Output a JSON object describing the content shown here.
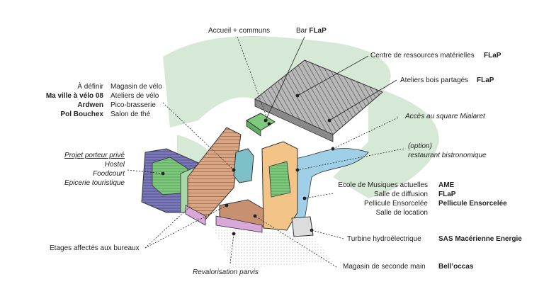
{
  "colors": {
    "green_area": "#d6e8d6",
    "building_grey": "#9a9a9a",
    "building_orange": "#f3c487",
    "building_brown": "#d9a582",
    "building_purple": "#7c79b8",
    "water_blue": "#9fd0e8",
    "roof_green": "#7fc97f",
    "lilac": "#d8a8d8"
  },
  "labels": {
    "accueil": "Accueil + communs",
    "bar_prefix": "Bar ",
    "bar_owner": "FLaP",
    "centre": "Centre de ressources matérielles",
    "centre_owner": "FLaP",
    "ateliers_bois": "Ateliers bois partagés",
    "ateliers_bois_owner": "FLaP",
    "acces_square": "Accès au square Mialaret",
    "option": "(option)",
    "restaurant": "restaurant bistronomique",
    "left_owners": [
      "À définir",
      "Ma ville à vélo 08",
      "Ardwen",
      "Pol Bouchex"
    ],
    "left_uses": [
      "Magasin de vélo",
      "Ateliers de vélo",
      "Pico-brasserie",
      "Salon de thé"
    ],
    "projet_title": "Projet porteur privé",
    "projet_items": [
      "Hostel",
      "Foodcourt",
      "Epicerie touristique"
    ],
    "ecole_uses": [
      "Ecole de Musiques actuelles",
      "Salle de diffusion",
      "Pellicule Ensorcelée",
      "Salle de location"
    ],
    "ecole_owners": [
      "AME",
      "FLaP",
      "Pellicule Ensorcelée",
      ""
    ],
    "etages": "Etages affectés aux bureaux",
    "revalorisation": "Revalorisation parvis",
    "turbine": "Turbine  hydroélectrique",
    "turbine_owner": "SAS Macérienne Energie",
    "magasin": "Magasin de seconde main",
    "magasin_owner": "Bell’occas"
  }
}
